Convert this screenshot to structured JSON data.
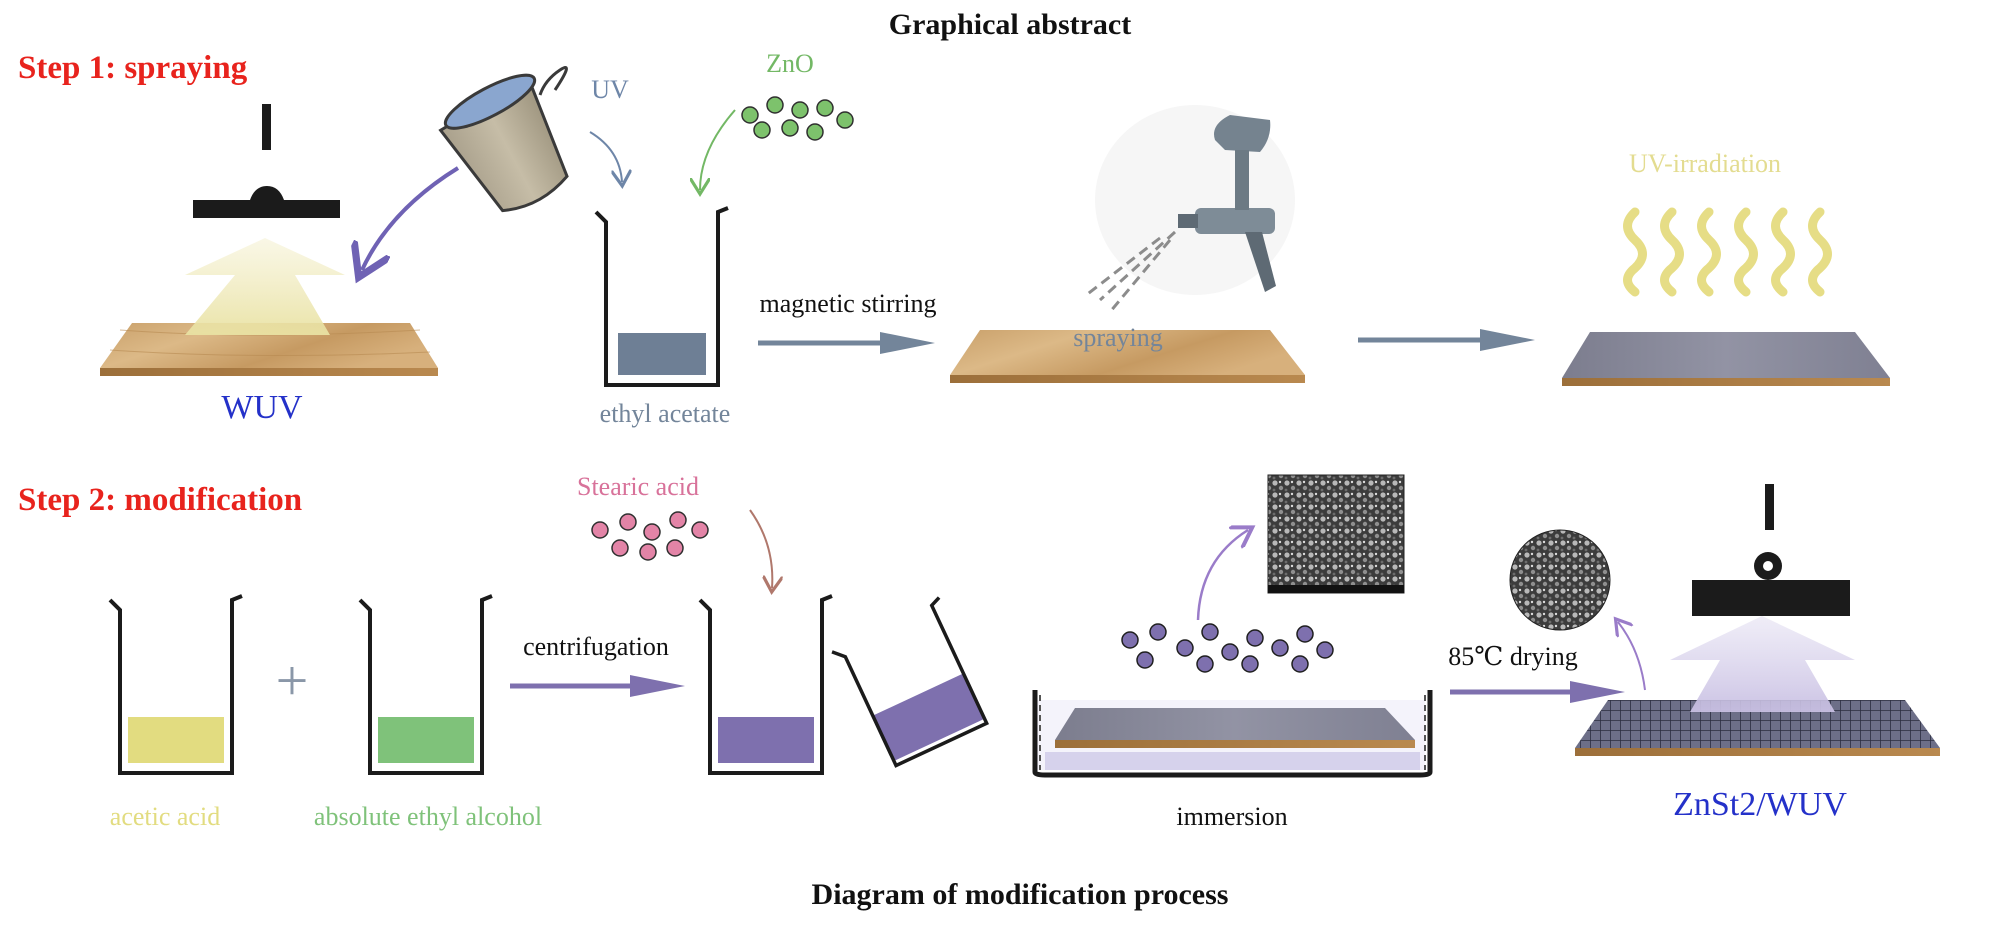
{
  "title": "Graphical abstract",
  "caption": "Diagram of modification process",
  "step1": {
    "label": "Step 1: spraying",
    "uv_label": "UV",
    "zno_label": "ZnO",
    "solvent_label": "ethyl acetate",
    "stir_label": "magnetic stirring",
    "spray_label": "spraying",
    "irradiation_label": "UV-irradiation",
    "substrate_label": "WUV"
  },
  "step2": {
    "label": "Step 2: modification",
    "acetic_label": "acetic acid",
    "plus_sign": "+",
    "alcohol_label": "absolute ethyl alcohol",
    "stearic_label": "Stearic acid",
    "centrifuge_label": "centrifugation",
    "immersion_label": "immersion",
    "drying_label": "85℃ drying",
    "product_label": "ZnSt2/WUV"
  },
  "colors": {
    "step_red": "#e8231d",
    "product_blue": "#2431c9",
    "uv_blue": "#6e86a8",
    "zno_green": "#73b865",
    "irradiation_yellow": "#e3dc90",
    "acetic_yellow": "#e2dc80",
    "alcohol_green": "#7fc27a",
    "stearic_pink": "#d8729a",
    "purple": "#7e70ae",
    "arrow_gray": "#73859a"
  }
}
